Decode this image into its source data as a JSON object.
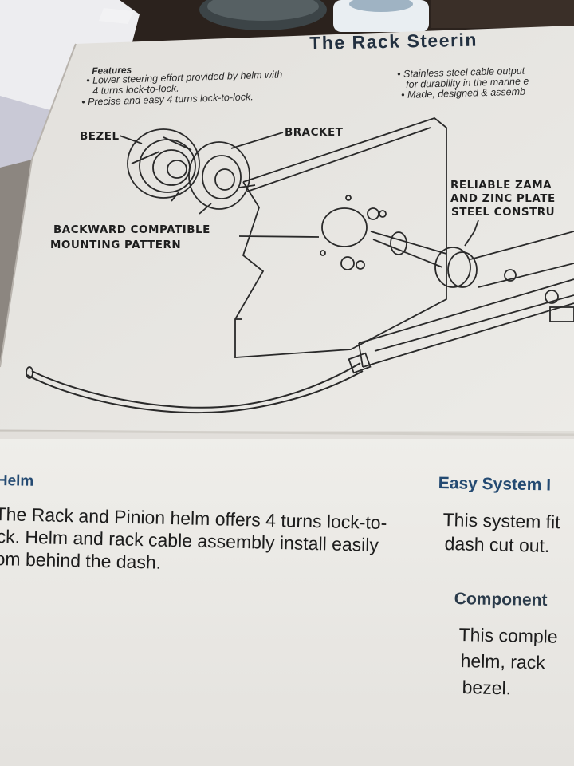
{
  "box": {
    "title": "The Rack Steerin",
    "features_heading": "Features",
    "features_left": [
      "• Lower steering effort provided by helm with",
      "4 turns lock-to-lock.",
      "• Precise and easy 4 turns lock-to-lock."
    ],
    "features_right": [
      "• Stainless steel cable output",
      "for durability in the marine e",
      "• Made, designed & assemb"
    ]
  },
  "diagram": {
    "bezel_label": "BEZEL",
    "bracket_label": "BRACKET",
    "mounting_label": [
      "BACKWARD COMPATIBLE",
      "MOUNTING PATTERN"
    ],
    "construction_label": [
      "RELIABLE ZAMA",
      "AND ZINC PLATE",
      "STEEL CONSTRU"
    ]
  },
  "sections": {
    "helm": {
      "heading": "Helm",
      "lines": [
        "The Rack and Pinion helm offers 4 turns lock-to-",
        "ck.  Helm and rack cable assembly install easily",
        "om behind the dash."
      ]
    },
    "easy": {
      "heading": "Easy System I",
      "lines": [
        "This system fit",
        "dash cut out."
      ]
    },
    "components": {
      "heading": "Component",
      "lines": [
        "This comple",
        "helm, rack",
        "bezel."
      ]
    }
  },
  "colors": {
    "cardboard": "#ebe9e5",
    "heading_blue": "#244a72",
    "title_navy": "#223040"
  }
}
